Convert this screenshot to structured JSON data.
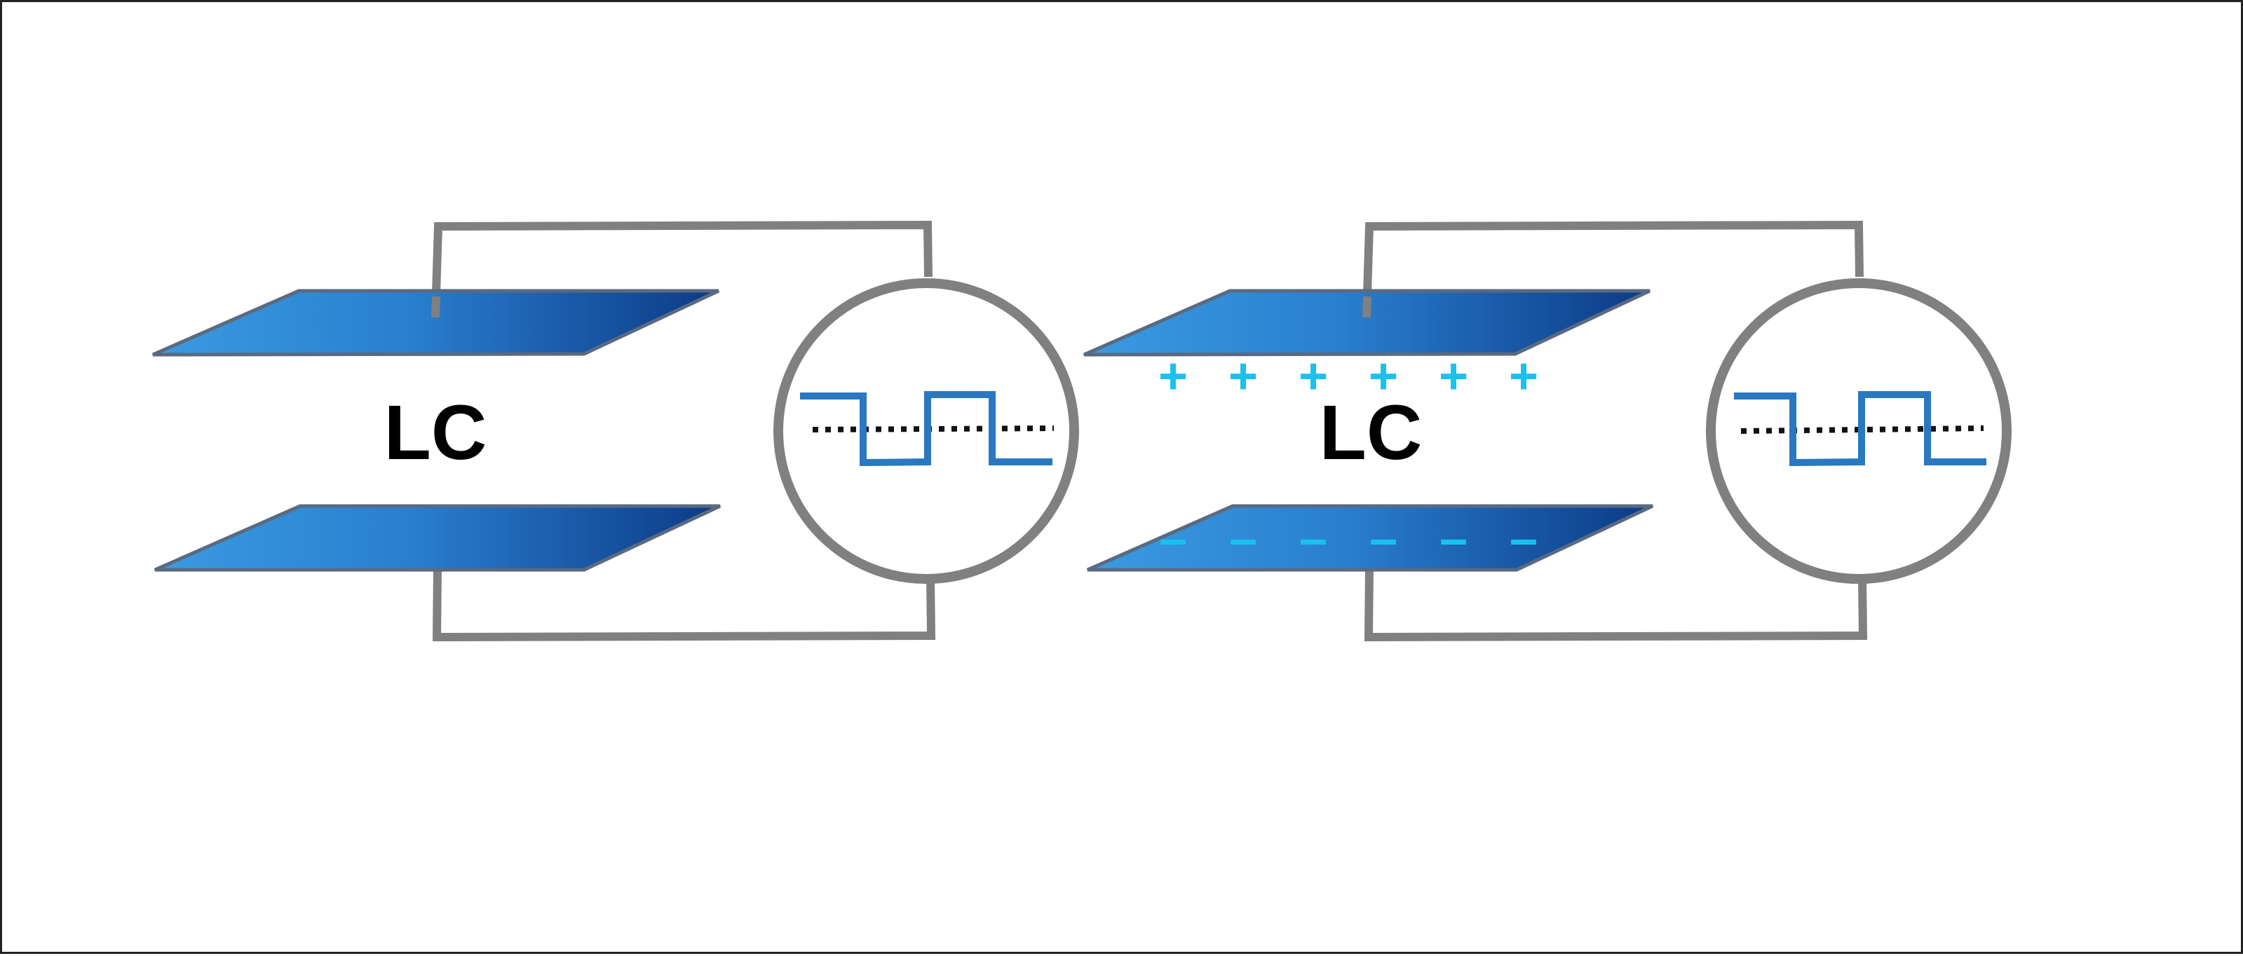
{
  "diagram": {
    "panels": [
      {
        "label": "LC",
        "charged": false
      },
      {
        "label": "LC",
        "charged": true,
        "plus_count": 6,
        "minus_count": 6,
        "plus_symbol": "+",
        "minus_symbol": "–"
      }
    ],
    "colors": {
      "wire": "#808080",
      "plate_light": "#3a9be0",
      "plate_dark": "#0b3a86",
      "plate_edge": "#5a6a80",
      "waveform": "#2a78bf",
      "dotted_line": "#111111",
      "charge": "#17c3ee",
      "label": "#000000"
    },
    "icons": [
      "ac-voltage-source-icon",
      "square-wave-icon"
    ]
  }
}
